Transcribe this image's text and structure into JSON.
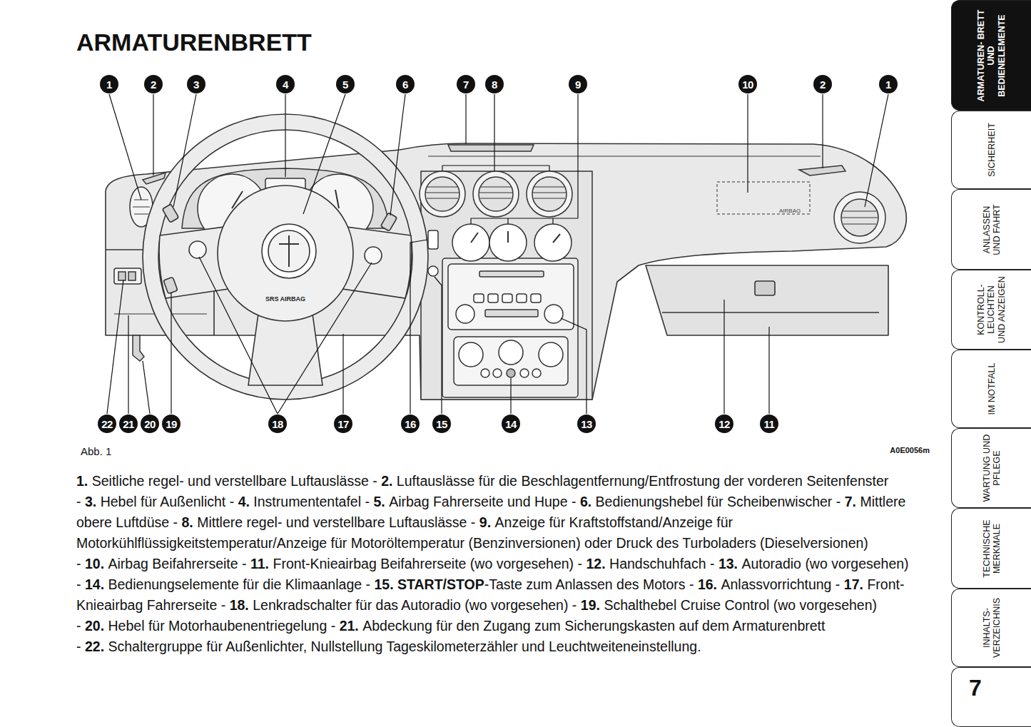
{
  "diagram": {
    "title": "ARMATURENBRETT",
    "nodes": [
      {
        "text": [
          "1"
        ]
      },
      {
        "text": [
          "2"
        ]
      },
      {
        "text": [
          "3"
        ]
      },
      {
        "text": [
          "4"
        ]
      },
      {
        "text": [
          "5"
        ]
      },
      {
        "text": [
          "6"
        ]
      },
      {
        "text": [
          "7"
        ]
      },
      {
        "text": [
          "8"
        ]
      },
      {
        "text": [
          "9"
        ]
      },
      {
        "text": [
          "10"
        ]
      },
      {
        "text": [
          "2"
        ]
      },
      {
        "text": [
          "1"
        ]
      },
      {
        "text": [
          "22"
        ]
      },
      {
        "text": [
          "21"
        ]
      },
      {
        "text": [
          "20"
        ]
      },
      {
        "text": [
          "19"
        ]
      },
      {
        "text": [
          "18"
        ]
      },
      {
        "text": [
          "17"
        ]
      },
      {
        "text": [
          "16"
        ]
      },
      {
        "text": [
          "15"
        ]
      },
      {
        "text": [
          "14"
        ]
      },
      {
        "text": [
          "13"
        ]
      },
      {
        "text": [
          "12"
        ]
      },
      {
        "text": [
          "11"
        ]
      },
      {
        "text": [
          "ARMATUREN- BRETT UND BEDIENELEMENTE"
        ]
      },
      {
        "text": [
          "SICHERHEIT"
        ]
      },
      {
        "text": [
          "ANLASSEN UND FAHRT"
        ]
      },
      {
        "text": [
          "KONTROLL- LEUCHTEN UND ANZEIGEN"
        ]
      },
      {
        "text": [
          "IM NOTFALL"
        ]
      },
      {
        "text": [
          "WARTUNG UND PFLEGE"
        ]
      },
      {
        "text": [
          "TECHNISCHE MERKMALE"
        ]
      },
      {
        "text": [
          "INHALTS- VERZEICHNIS"
        ]
      },
      {
        "text": [
          "7"
        ]
      }
    ],
    "labels": [
      "Abb. 1",
      "A0E0056m",
      "AIRBAG",
      "SRS AIRBAG",
      "1.",
      "Seitliche regel- und verstellbare Luftauslässe -",
      "2.",
      "Luftauslässe für die Beschlagentfernung/Entfrostung der vorderen Seitenfenster -",
      "3.",
      "Hebel für Außenlicht -",
      "4.",
      "Instrumententafel -",
      "5.",
      "Airbag Fahrerseite und Hupe -",
      "6.",
      "Bedienungshebel für Scheibenwischer -",
      "7.",
      "Mittlere obere Luftdüse -",
      "8.",
      "Mittlere regel- und verstellbare Luftauslässe -",
      "9.",
      "Anzeige für Kraftstoffstand/Anzeige für Motorkühlflüssigkeitstemperatur/Anzeige für Motoröltemperatur (Benzinversionen) oder Druck des Turboladers (Dieselversionen) -",
      "10.",
      "Airbag Beifahrerseite -",
      "11.",
      "Front-Knieairbag Beifahrerseite (wo vorgesehen) -",
      "12.",
      "Handschuhfach -",
      "13.",
      "Autoradio (wo vorgesehen) -",
      "14.",
      "Bedienungselemente für die Klimaanlage -",
      "15.",
      "START/STOP",
      "-Taste zum Anlassen des Motors -",
      "16.",
      "Anlassvorrichtung -",
      "17.",
      "Front-Knieairbag Fahrerseite -",
      "18.",
      "Lenkradschalter für das Autoradio (wo vorgesehen) -",
      "19.",
      "Schalthebel Cruise Control (wo vorgesehen) -",
      "20.",
      "Hebel für Motorhaubenentriegelung -",
      "21.",
      "Abdeckung für den Zugang zum Sicherungskasten auf dem Armaturenbrett -",
      "22.",
      "Schaltergruppe für Außenlichter, Nullstellung Tageskilometerzähler und Leuchtweiteneinstellung."
    ]
  }
}
